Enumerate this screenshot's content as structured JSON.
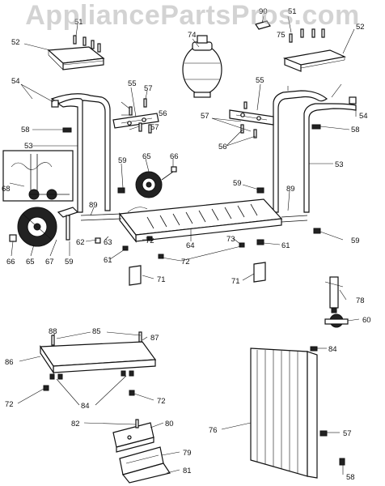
{
  "site": {
    "watermark": "AppliancePartsPros.com"
  },
  "callouts": {
    "c90": "90",
    "c51a": "51",
    "c75": "75",
    "c52a": "52",
    "c52b": "52",
    "c51b": "51",
    "c74": "74",
    "c54a": "54",
    "c54b": "54",
    "c55a": "55",
    "c55b": "55",
    "c57a": "57",
    "c57b": "57",
    "c56a": "56",
    "c56b": "56",
    "c57c": "57",
    "c58a": "58",
    "c58b": "58",
    "c53a": "53",
    "c53b": "53",
    "c65a": "65",
    "c66a": "66",
    "c59a": "59",
    "c59b": "59",
    "c59c": "59",
    "c68": "68",
    "c89a": "89",
    "c89b": "89",
    "c62": "62",
    "c63": "63",
    "c64": "64",
    "c72a": "72",
    "c72b": "72",
    "c61a": "61",
    "c61b": "61",
    "c71a": "71",
    "c71b": "71",
    "c66b": "66",
    "c65b": "65",
    "c67": "67",
    "c73": "73",
    "c78": "78",
    "c60": "60",
    "c88": "88",
    "c85": "85",
    "c87": "87",
    "c86": "86",
    "c72c": "72",
    "c72d": "72",
    "c84a": "84",
    "c82": "82",
    "c80": "80",
    "c79": "79",
    "c81": "81",
    "c76": "76",
    "c84b": "84",
    "c57d": "57",
    "c58c": "58"
  }
}
